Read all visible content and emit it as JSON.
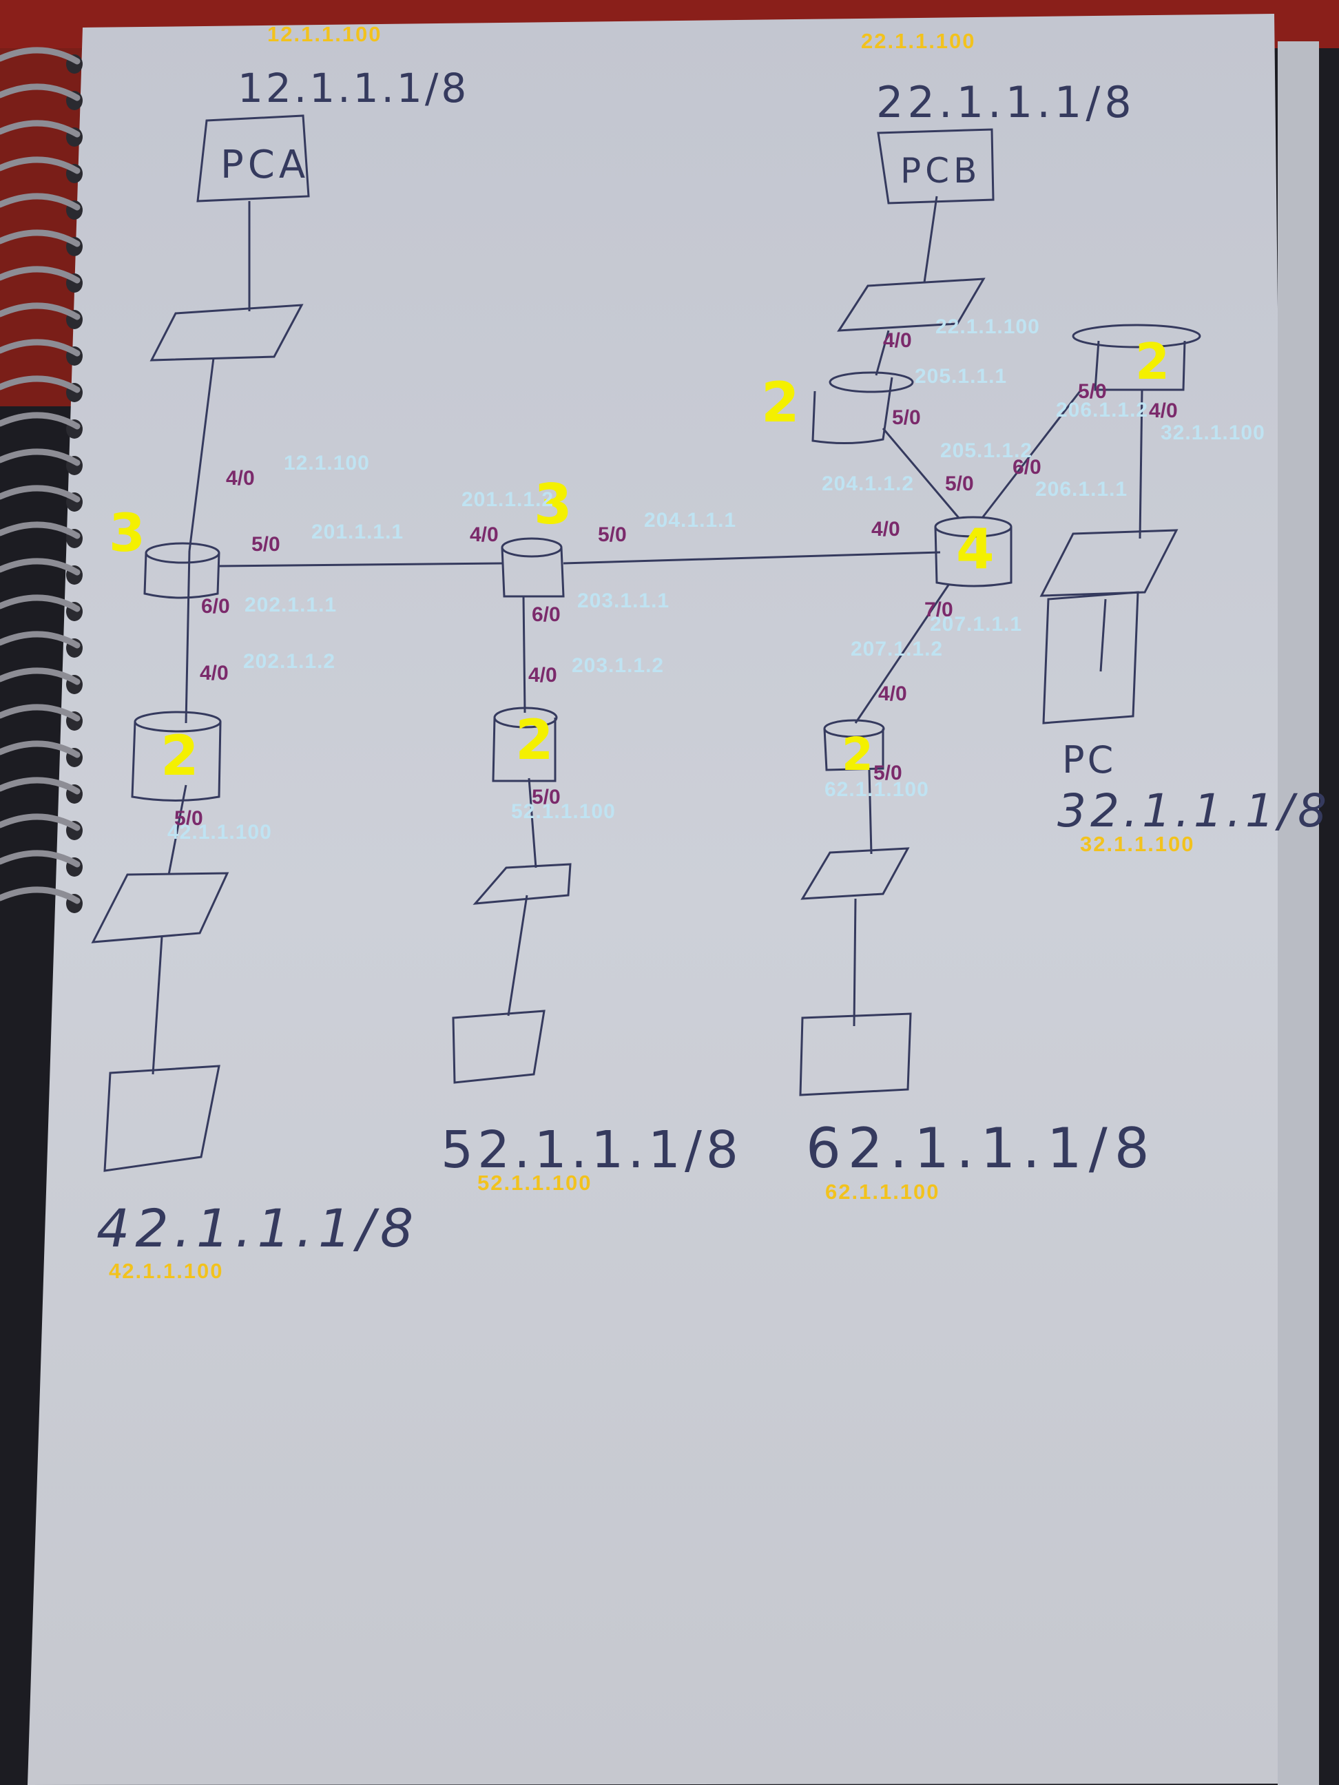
{
  "devices": {
    "pca_label": "PCA",
    "pcb_label": "PCB",
    "pc_label": "PC"
  },
  "handwritten_networks": {
    "top_left": "12.1.1.1/8",
    "top_right": "22.1.1.1/8",
    "right": "32.1.1.1/8",
    "bottom_1": "42.1.1.1/8",
    "bottom_2": "52.1.1.1/8",
    "bottom_3": "62.1.1.1/8"
  },
  "host_ips": {
    "pca": "12.1.1.100",
    "pcb": "22.1.1.100",
    "pc32": "32.1.1.100",
    "pc42": "42.1.1.100",
    "pc52": "52.1.1.100",
    "pc62": "62.1.1.100"
  },
  "router_numbers": {
    "r1": "3",
    "r2": "3",
    "r3": "4",
    "r4": "2",
    "r5": "2",
    "r6": "2",
    "r7": "2",
    "r8": "2"
  },
  "interfaces": {
    "r1_top": "4/0",
    "r1_right": "5/0",
    "r1_bottom": "6/0",
    "r2_left": "4/0",
    "r2_right": "5/0",
    "r2_bottom": "6/0",
    "r3_left": "4/0",
    "r3_upleft": "5/0",
    "r3_upright": "6/0",
    "r3_bottom": "7/0",
    "r4_top": "4/0",
    "r4_bottom": "5/0",
    "r5_top": "4/0",
    "r5_bottom": "5/0",
    "r6_top": "4/0",
    "r6_bottom": "5/0",
    "r7_top": "4/0",
    "r7_bottom": "5/0",
    "r8_left": "5/0",
    "r8_right": "4/0"
  },
  "ips": {
    "r1_top": "12.1.100",
    "r1_right": "201.1.1.1",
    "r1_bottom": "202.1.1.1",
    "r2_left": "201.1.1.2",
    "r2_right": "204.1.1.1",
    "r2_bottom": "203.1.1.1",
    "r3_left": "204.1.1.2",
    "r3_upleft": "205.1.1.2",
    "r3_upright": "206.1.1.1",
    "r3_bottom": "207.1.1.1",
    "r4_top": "202.1.1.2",
    "r4_bottom": "42.1.1.100",
    "r5_top": "203.1.1.2",
    "r5_bottom": "52.1.1.100",
    "r6_top": "22.1.1.100",
    "r6_bottom": "205.1.1.1",
    "r7_top": "207.1.1.2",
    "r7_bottom": "62.1.1.100",
    "r8_left": "206.1.1.2",
    "r8_right": "32.1.1.100"
  },
  "colors": {
    "paper": "#c8cbd3",
    "ink": "#353a5e",
    "interface": "#7b2a6b",
    "ip": "#bfe3f2",
    "host_ip": "#f2c21d",
    "router_number": "#f4f000",
    "spiral": "#7a7a80"
  }
}
